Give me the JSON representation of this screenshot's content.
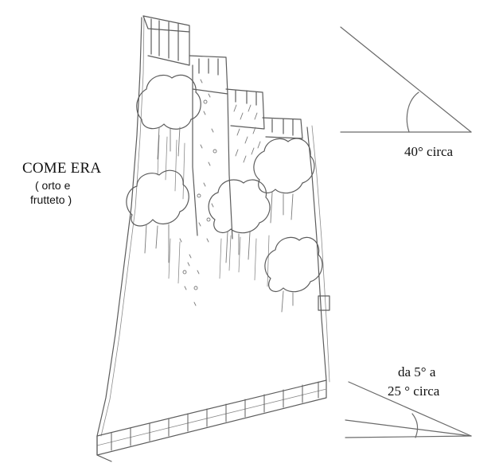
{
  "title": {
    "main": "COME ERA",
    "sub_line1": "( orto e",
    "sub_line2": "frutteto )"
  },
  "angles": {
    "top_label": "40° circa",
    "bottom_label_line1": "da 5° a",
    "bottom_label_line2": "25 ° circa"
  },
  "colors": {
    "pencil": "#5c5c5c",
    "pencil_light": "#8a8a8a",
    "paper": "#ffffff"
  }
}
